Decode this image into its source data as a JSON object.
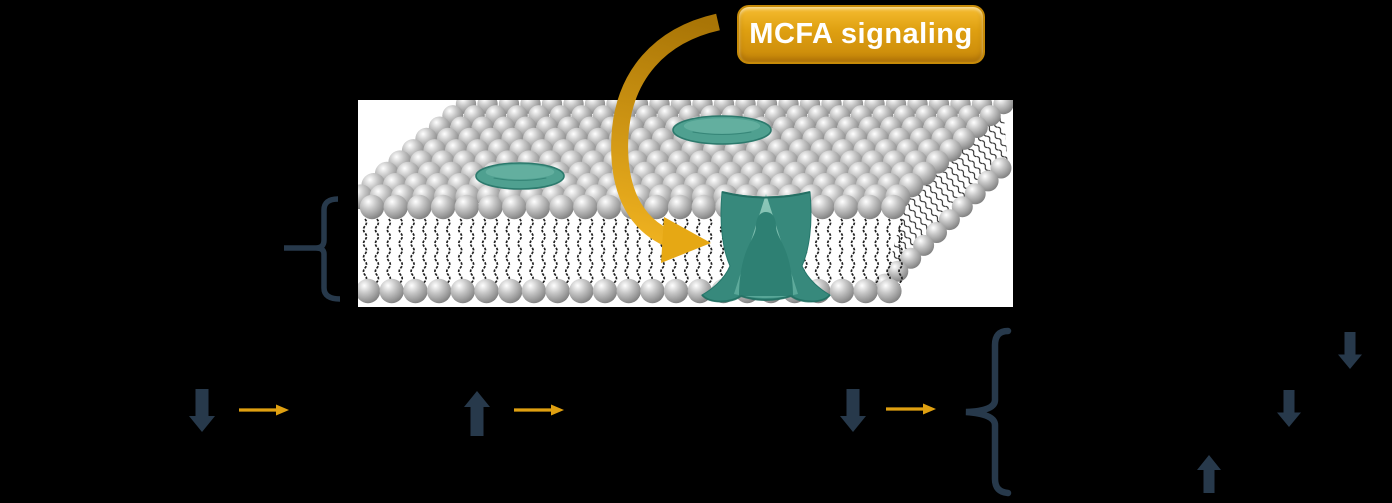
{
  "callout": {
    "label": "MCFA signaling"
  },
  "palette": {
    "background": "#000000",
    "gold": "#DFA011",
    "gold_light": "#F5BC30",
    "gold_deep": "#C8880A",
    "gold_arrow": "#DB9B10",
    "navy": "#27394B",
    "teal_main": "#37897C",
    "teal_light": "#8FC9BA",
    "teal_mid": "#4FA090",
    "teal_dark": "#2E8073",
    "teal_line": "#236F63",
    "membrane_bg": "#FFFFFF",
    "tail_black": "#202020"
  },
  "membrane": {
    "illustration": "lipid-bilayer-with-proteins",
    "proteins": [
      "disc-protein",
      "disc-protein",
      "channel-protein"
    ]
  },
  "flow": {
    "callout_pointer": "curved-arrow-to-membrane-channel",
    "bottom_row": [
      {
        "icon": "down-block-arrow"
      },
      {
        "icon": "right-arrow"
      },
      {
        "icon": "up-block-arrow"
      },
      {
        "icon": "right-arrow"
      },
      {
        "icon": "down-block-arrow"
      },
      {
        "icon": "right-arrow"
      }
    ],
    "grouped_outcomes": [
      {
        "icon": "down-block-arrow"
      },
      {
        "icon": "down-block-arrow"
      },
      {
        "icon": "up-block-arrow"
      }
    ]
  }
}
